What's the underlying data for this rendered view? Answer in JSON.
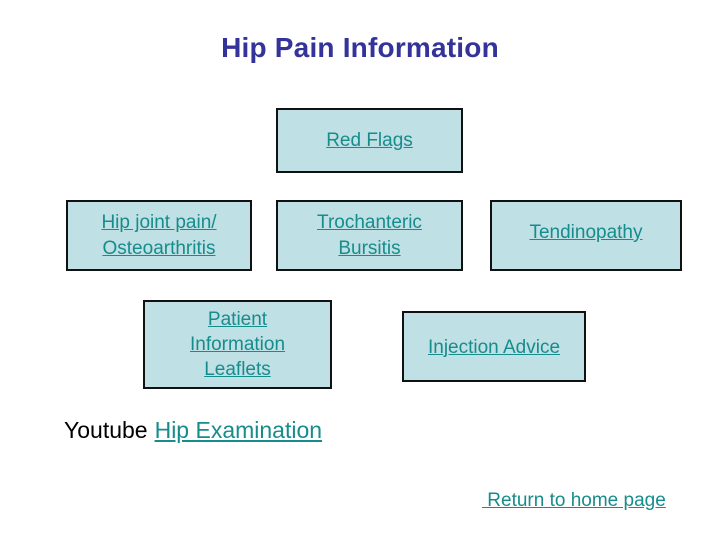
{
  "slide": {
    "title": "Hip Pain Information",
    "background_color": "#ffffff",
    "title_color": "#333399",
    "box_fill_color": "#bfe0e4",
    "box_border_color": "#111111",
    "link_color": "#178c8c",
    "text_color": "#000000"
  },
  "boxes": [
    {
      "id": "red-flags",
      "label": "Red Flags"
    },
    {
      "id": "hip-joint",
      "label": "Hip joint pain/\nOsteoarthritis",
      "line1": "Hip joint pain/",
      "line2": "Osteoarthritis"
    },
    {
      "id": "trochanteric",
      "label": "Trochanteric\nBursitis",
      "line1": "Trochanteric",
      "line2": "Bursitis"
    },
    {
      "id": "tendinopathy",
      "label": "Tendinopathy"
    },
    {
      "id": "leaflets",
      "label": "Patient\nInformation\nLeaflets",
      "line1": "Patient",
      "line2": "Information",
      "line3": "Leaflets"
    },
    {
      "id": "injection",
      "label": "Injection Advice"
    }
  ],
  "youtube": {
    "prefix": "Youtube",
    "link": "Hip Examination"
  },
  "footer": {
    "return_link": " Return to home page"
  }
}
